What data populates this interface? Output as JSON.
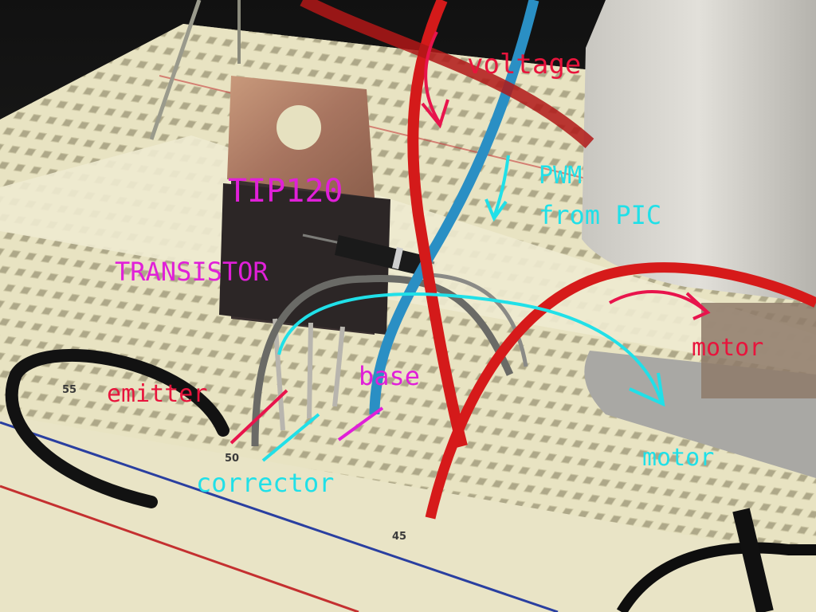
{
  "annotations": {
    "voltage": "voltage",
    "pwm_line1": "PWM",
    "pwm_line2": "from PIC",
    "part_name": "TIP120",
    "part_type": "TRANSISTOR",
    "emitter": "emitter",
    "base": "base",
    "corrector": "corrector",
    "motor_top": "motor",
    "motor_bottom": "motor"
  },
  "breadboard": {
    "row_label_50": "50",
    "row_label_45": "45",
    "row_label_55": "55"
  },
  "colors": {
    "red_label": "#e8143c",
    "magenta_label": "#e020d8",
    "cyan_label": "#20e0e8",
    "breadboard": "#e9e4c4",
    "red_wire": "#d41a1a",
    "blue_wire": "#2a8fc4"
  }
}
